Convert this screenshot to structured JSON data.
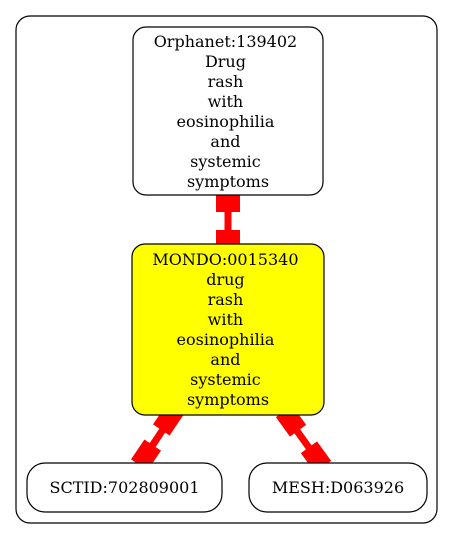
{
  "colors": {
    "edge": "#ff0000",
    "highlight_fill": "#ffff00",
    "default_fill": "#ffffff",
    "stroke": "#000000"
  },
  "nodes": {
    "orphanet": {
      "lines": [
        "Orphanet:139402",
        "Drug",
        "rash",
        "with",
        "eosinophilia",
        "and",
        "systemic",
        "symptoms"
      ]
    },
    "mondo": {
      "lines": [
        "MONDO:0015340",
        "drug",
        "rash",
        "with",
        "eosinophilia",
        "and",
        "systemic",
        "symptoms"
      ]
    },
    "sctid": {
      "lines": [
        "SCTID:702809001"
      ]
    },
    "mesh": {
      "lines": [
        "MESH:D063926"
      ]
    }
  },
  "edges": [
    {
      "from": "orphanet",
      "to": "mondo"
    },
    {
      "from": "mondo",
      "to": "sctid"
    },
    {
      "from": "mondo",
      "to": "mesh"
    }
  ]
}
